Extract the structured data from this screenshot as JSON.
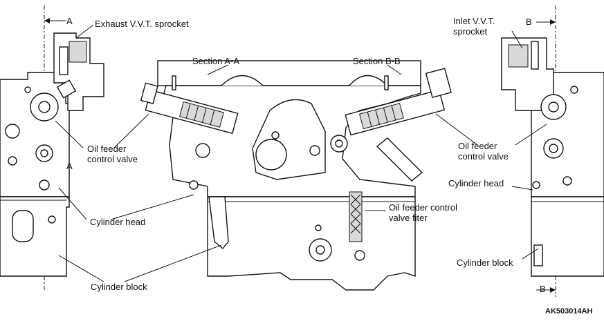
{
  "labels": {
    "exhaust_vvt": "Exhaust V.V.T. sprocket",
    "inlet_vvt": "Inlet V.V.T.\nsprocket",
    "section_aa": "Section A-A",
    "section_bb": "Section B-B",
    "oil_feeder_left": "Oil feeder\ncontrol valve",
    "oil_feeder_right": "Oil feeder\ncontrol valve",
    "cylinder_head_center": "Cylinder head",
    "cylinder_head_right": "Cylinder head",
    "filter": "Oil feeder control\nvalve fiter",
    "cylinder_block_center": "Cylinder block",
    "cylinder_block_right": "Cylinder block",
    "marker_a_top": "A",
    "marker_a_mid": "A",
    "marker_b_top": "B",
    "marker_b_bottom": "B",
    "figure_code": "AK503014AH"
  }
}
